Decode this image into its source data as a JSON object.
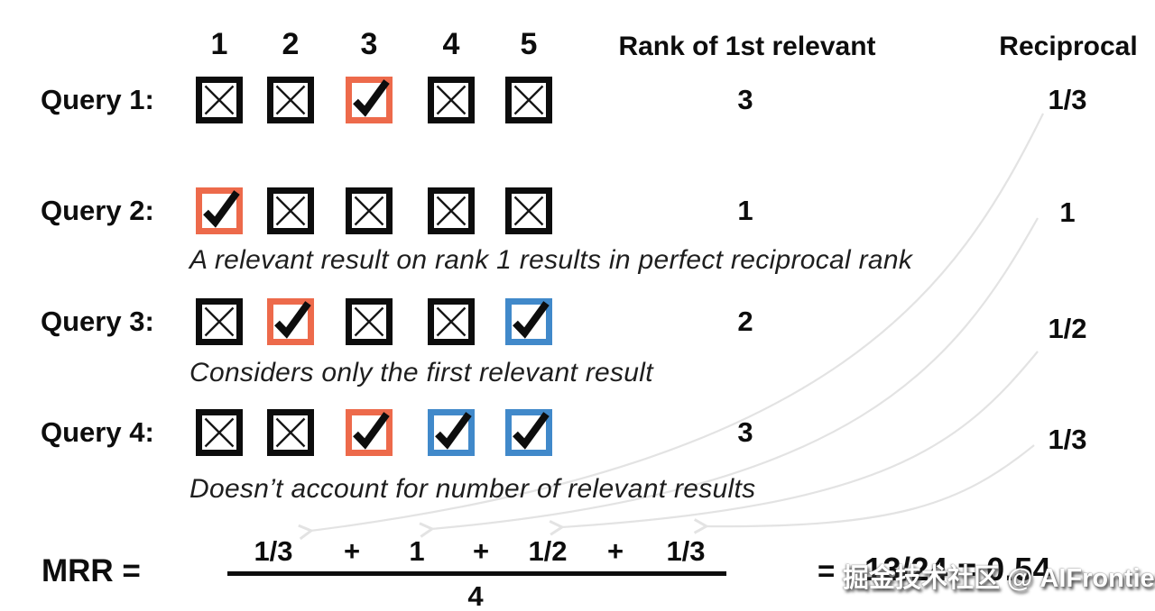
{
  "colors": {
    "ink": "#0D0D0D",
    "orange": "#ED6A4B",
    "blue": "#4189CA",
    "arrow": "#E3E3E3",
    "note_ink": "#1E1E1E"
  },
  "header": {
    "rank_positions": [
      "1",
      "2",
      "3",
      "4",
      "5"
    ],
    "rank_label": "Rank of 1st relevant",
    "reciprocal_label": "Reciprocal"
  },
  "queries": [
    {
      "label": "Query 1:",
      "results": [
        "irrelevant",
        "irrelevant",
        "relevant-first",
        "irrelevant",
        "irrelevant"
      ],
      "rank": "3",
      "reciprocal": "1/3",
      "note": ""
    },
    {
      "label": "Query 2:",
      "results": [
        "relevant-first",
        "irrelevant",
        "irrelevant",
        "irrelevant",
        "irrelevant"
      ],
      "rank": "1",
      "reciprocal": "1",
      "note": "A relevant result on rank 1 results in perfect reciprocal rank"
    },
    {
      "label": "Query 3:",
      "results": [
        "irrelevant",
        "relevant-first",
        "irrelevant",
        "irrelevant",
        "relevant-other"
      ],
      "rank": "2",
      "reciprocal": "1/2",
      "note": "Considers only the first relevant result"
    },
    {
      "label": "Query 4:",
      "results": [
        "irrelevant",
        "irrelevant",
        "relevant-first",
        "relevant-other",
        "relevant-other"
      ],
      "rank": "3",
      "reciprocal": "1/3",
      "note": "Doesn’t account for number of relevant results"
    }
  ],
  "formula": {
    "lhs": "MRR =",
    "numerator": [
      "1/3",
      "+",
      "1",
      "+",
      "1/2",
      "+",
      "1/3"
    ],
    "denominator": "4",
    "equals": "=",
    "result": "13/24 = 0.54"
  },
  "watermark": "掘金技术社区 @ AIFrontiers"
}
